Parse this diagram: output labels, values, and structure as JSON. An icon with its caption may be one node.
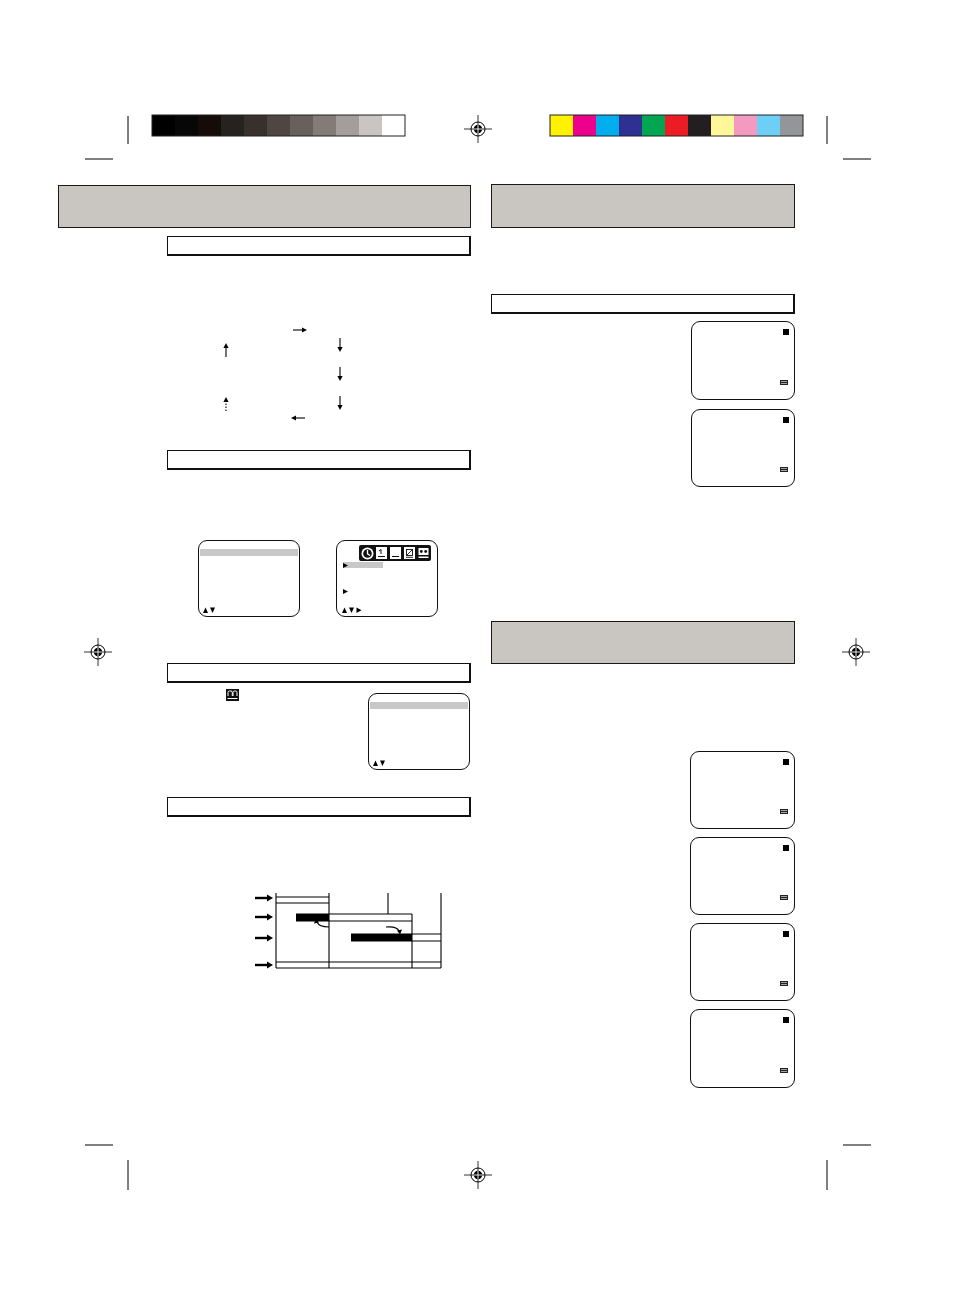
{
  "diagram": {
    "nodes": [
      {
        "text": [],
        "shape": "band"
      },
      {
        "text": [],
        "shape": "bar"
      },
      {
        "text": [],
        "shape": "bar"
      },
      {
        "text": [],
        "shape": "screen"
      },
      {
        "text": [],
        "shape": "screen"
      },
      {
        "text": [],
        "shape": "bar"
      },
      {
        "text": [],
        "shape": "screen"
      },
      {
        "text": [],
        "shape": "bar"
      },
      {
        "text": [],
        "shape": "band"
      },
      {
        "text": [],
        "shape": "bar"
      },
      {
        "text": [],
        "shape": "screen"
      },
      {
        "text": [],
        "shape": "screen"
      },
      {
        "text": [],
        "shape": "band"
      },
      {
        "text": [],
        "shape": "screen"
      },
      {
        "text": [],
        "shape": "screen"
      },
      {
        "text": [],
        "shape": "screen"
      },
      {
        "text": [],
        "shape": "screen"
      }
    ]
  }
}
